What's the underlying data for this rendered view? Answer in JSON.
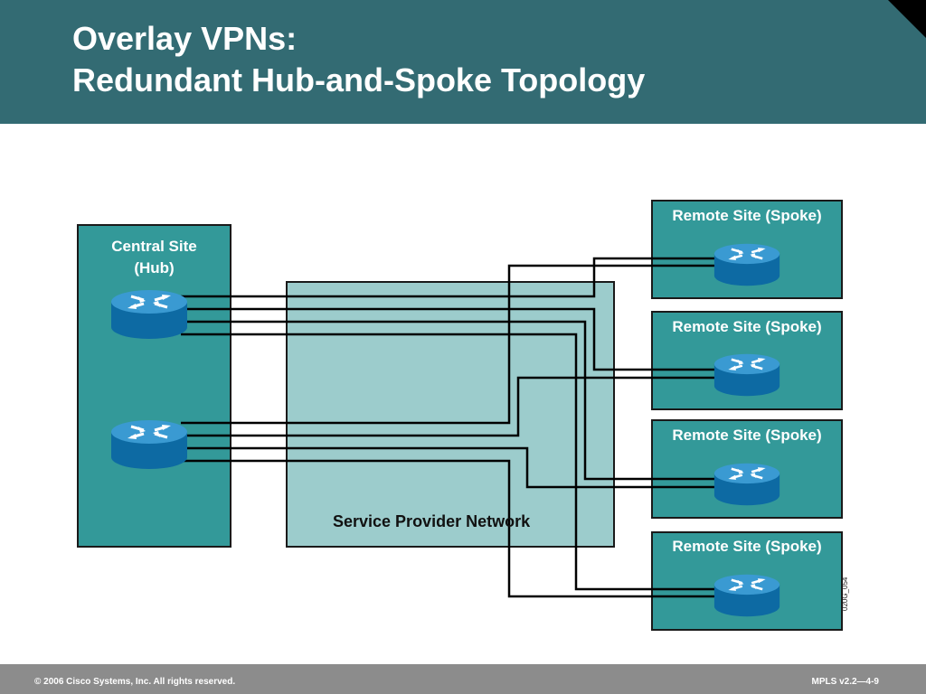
{
  "title": {
    "line1": "Overlay VPNs:",
    "line2": "Redundant Hub-and-Spoke Topology"
  },
  "hub": {
    "label_line1": "Central Site",
    "label_line2": "(Hub)",
    "routers": [
      "router-icon",
      "router-icon"
    ]
  },
  "spokes": [
    {
      "label": "Remote Site (Spoke)",
      "icon": "router-icon"
    },
    {
      "label": "Remote Site (Spoke)",
      "icon": "router-icon"
    },
    {
      "label": "Remote Site (Spoke)",
      "icon": "router-icon"
    },
    {
      "label": "Remote Site (Spoke)",
      "icon": "router-icon"
    }
  ],
  "provider_network": {
    "label": "Service Provider Network"
  },
  "figure_id": "020G_054",
  "footer": {
    "copyright": "© 2006 Cisco Systems, Inc. All rights reserved.",
    "slide_ref": "MPLS v2.2—4-9"
  },
  "colors": {
    "header": "#336b73",
    "site_fill": "#339999",
    "provider_fill": "#9ccccc",
    "router": "#1a7fb8",
    "links": "#000000",
    "footer": "#8c8c8c"
  }
}
